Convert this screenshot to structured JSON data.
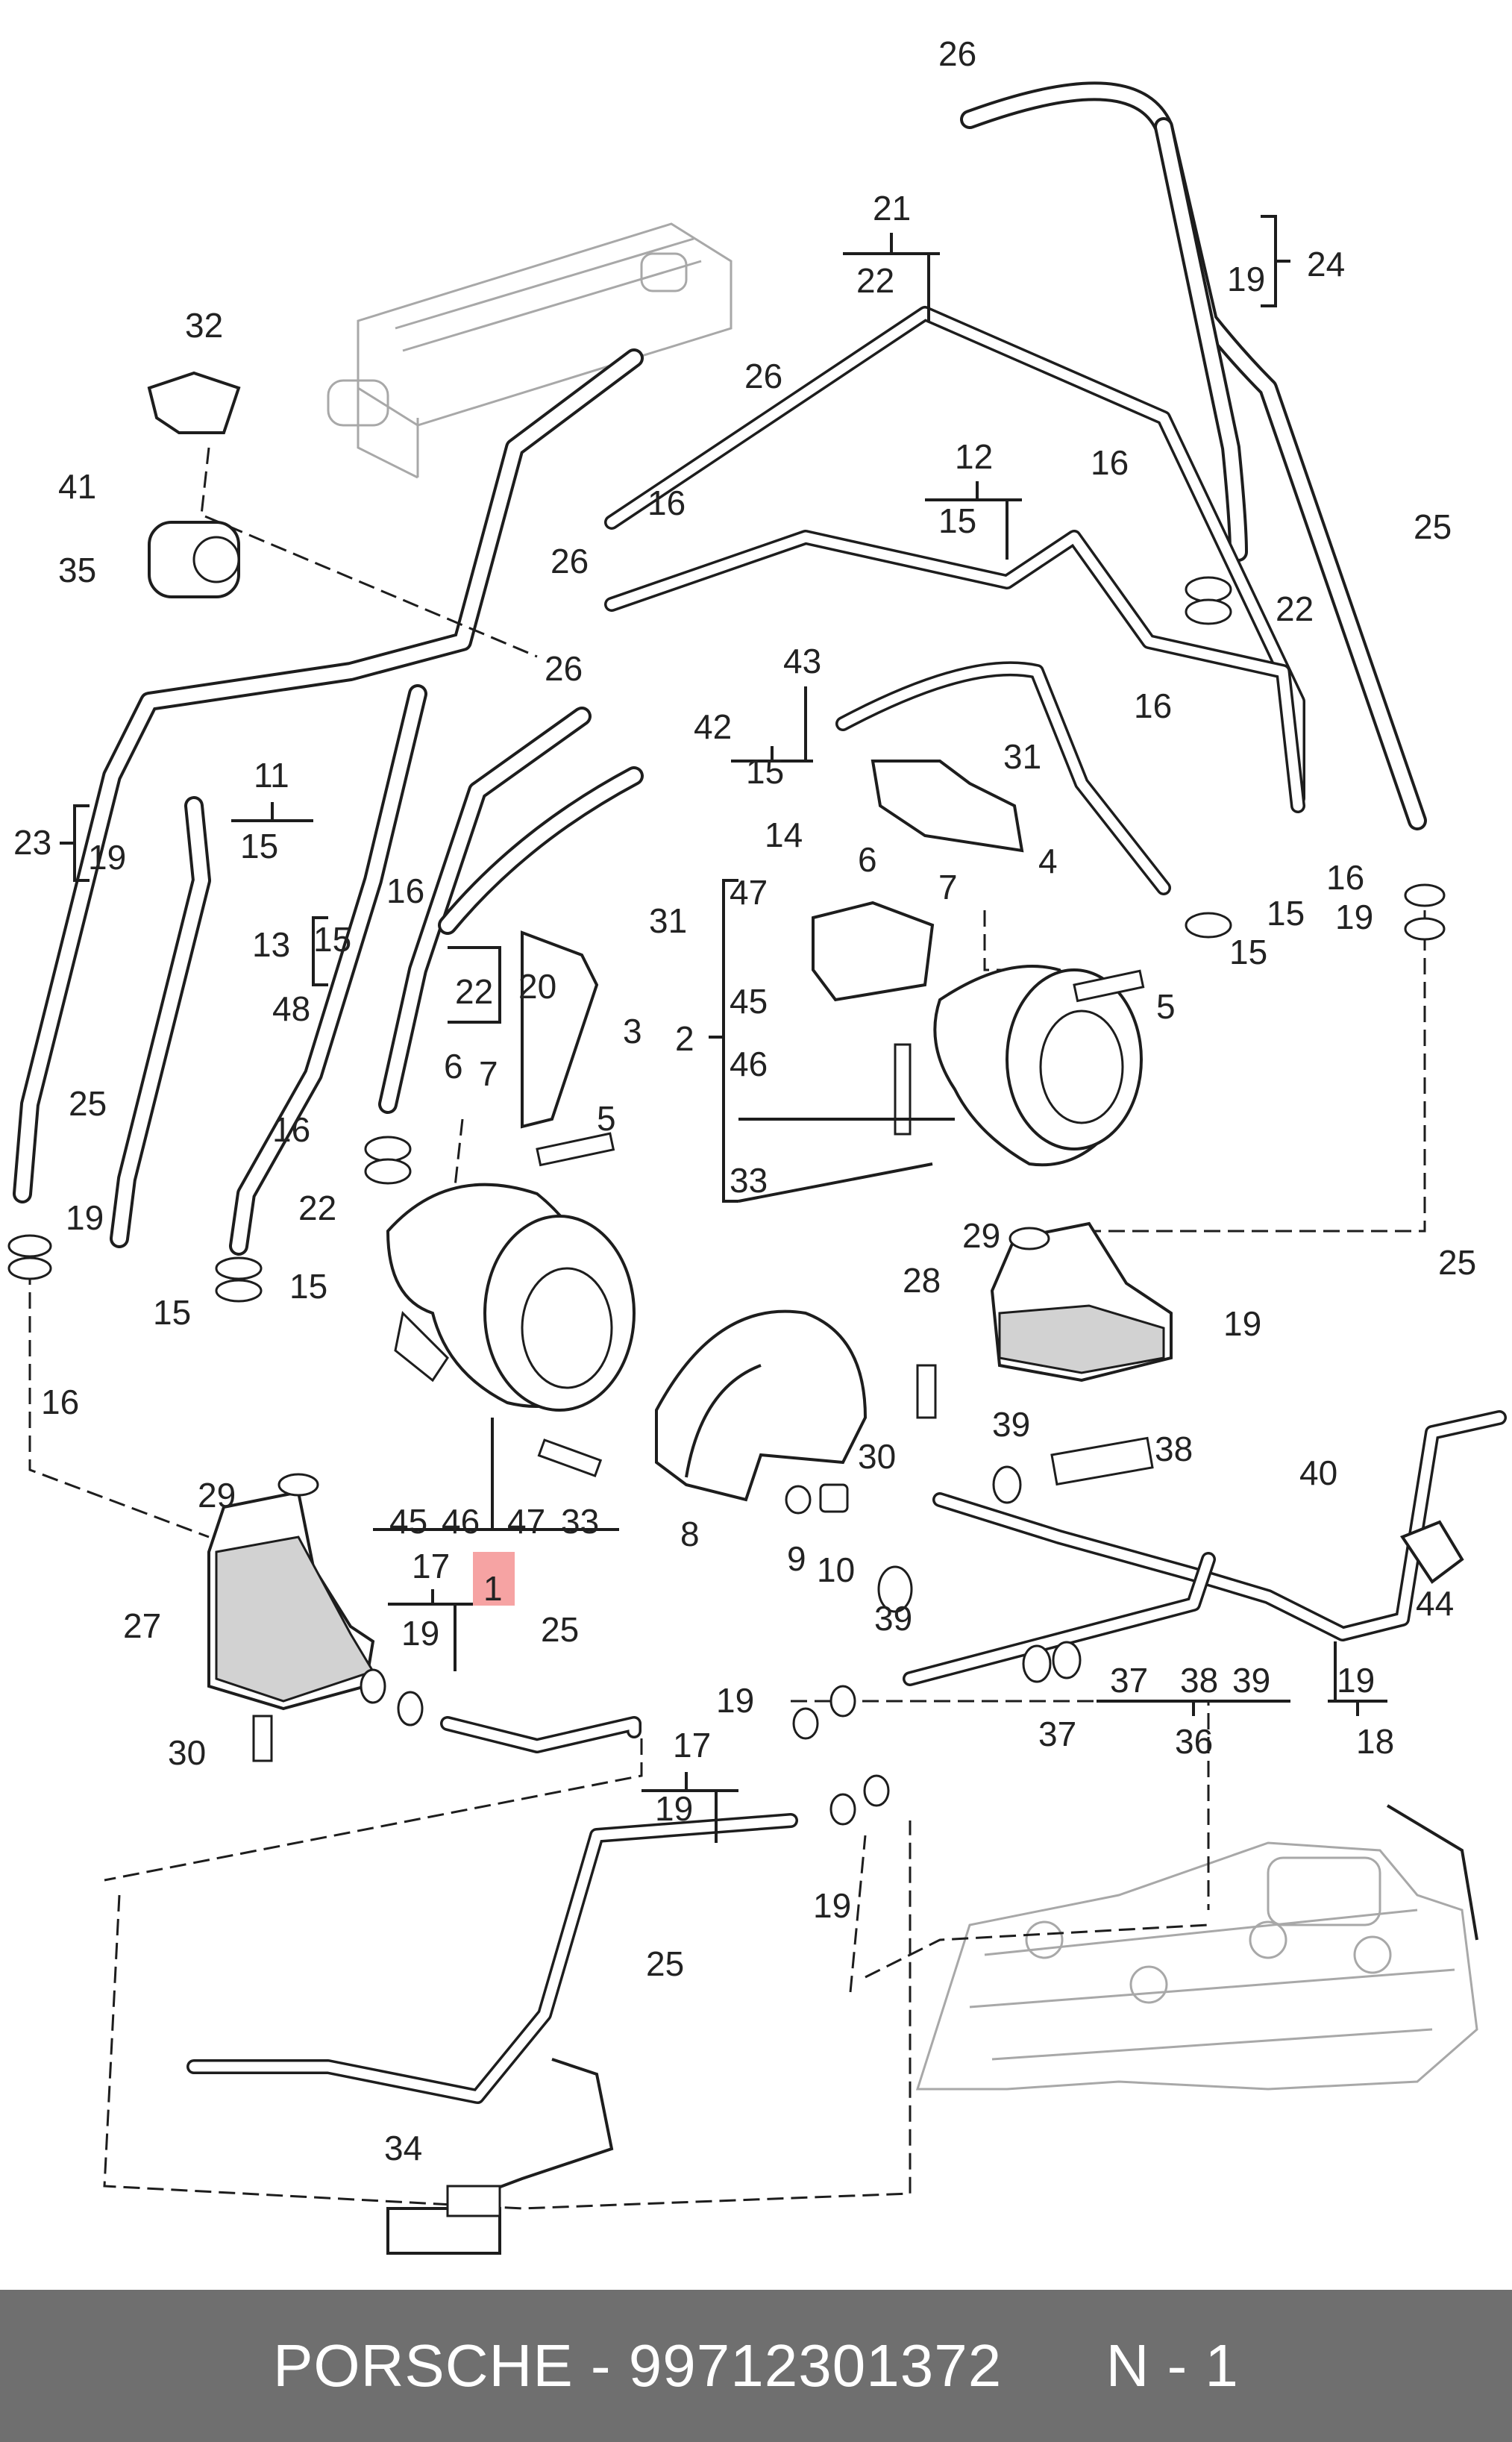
{
  "footer": {
    "brand": "PORSCHE",
    "sep": " - ",
    "part_number": "99712301372",
    "note": "N - 1"
  },
  "highlight_color": "#f6a3a3",
  "callouts": [
    "26",
    "21",
    "22",
    "24",
    "19",
    "32",
    "26",
    "41",
    "16",
    "12",
    "15",
    "16",
    "35",
    "26",
    "22",
    "25",
    "26",
    "43",
    "42",
    "31",
    "16",
    "23",
    "19",
    "11",
    "15",
    "15",
    "14",
    "4",
    "16",
    "6",
    "7",
    "47",
    "15",
    "13",
    "15",
    "22",
    "20",
    "31",
    "16",
    "5",
    "19",
    "48",
    "45",
    "2",
    "3",
    "46",
    "25",
    "16",
    "6",
    "7",
    "5",
    "33",
    "22",
    "15",
    "19",
    "15",
    "15",
    "29",
    "28",
    "16",
    "25",
    "19",
    "39",
    "38",
    "30",
    "29",
    "27",
    "45",
    "46",
    "47",
    "33",
    "1",
    "17",
    "19",
    "25",
    "9",
    "10",
    "8",
    "39",
    "40",
    "44",
    "37",
    "38",
    "39",
    "19",
    "37",
    "36",
    "18",
    "30",
    "19",
    "17",
    "19",
    "19",
    "25",
    "34"
  ]
}
